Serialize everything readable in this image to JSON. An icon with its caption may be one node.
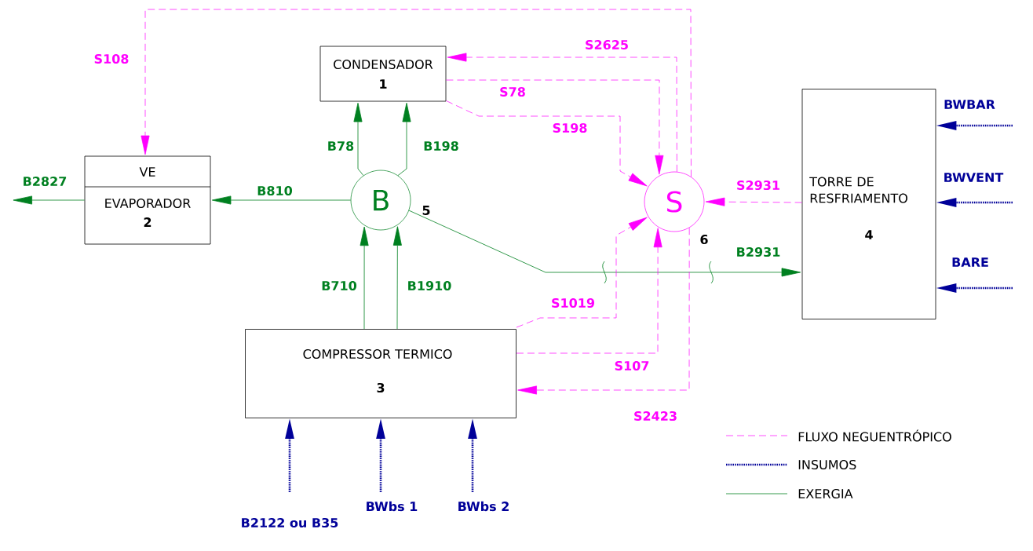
{
  "diagram": {
    "nodes": [
      {
        "text": [
          "CONDENSADOR",
          "1"
        ]
      },
      {
        "text": [
          "VE",
          "EVAPORADOR",
          "2"
        ]
      },
      {
        "text": [
          "B"
        ],
        "beside": [
          "5"
        ]
      },
      {
        "text": [
          "S"
        ],
        "beside": [
          "6"
        ]
      },
      {
        "text": [
          "TORRE DE RESFRIAMENTO",
          "4"
        ]
      },
      {
        "text": [
          "COMPRESSOR TERMICO",
          "3"
        ]
      }
    ],
    "edges": [
      {
        "from": 2,
        "to": 0,
        "arrow": "to",
        "label": "B78",
        "color": "#008020"
      },
      {
        "from": 2,
        "to": 0,
        "arrow": "to",
        "label": "B198",
        "color": "#008020"
      },
      {
        "from": 2,
        "to": 1,
        "arrow": "to",
        "label": "B810",
        "color": "#008020"
      },
      {
        "from": 1,
        "to": null,
        "arrow": "to",
        "label": "B2827",
        "color": "#008020"
      },
      {
        "from": 5,
        "to": 2,
        "arrow": "to",
        "label": "B710",
        "color": "#008020"
      },
      {
        "from": 5,
        "to": 2,
        "arrow": "to",
        "label": "B1910",
        "color": "#008020"
      },
      {
        "from": 2,
        "to": 4,
        "arrow": "to",
        "label": "B2931",
        "color": "#008020"
      },
      {
        "from": 3,
        "to": 1,
        "arrow": "to",
        "label": "S108",
        "style": "dashed"
      },
      {
        "from": 3,
        "to": 0,
        "arrow": "to",
        "label": "S2625",
        "style": "dashed"
      },
      {
        "from": 0,
        "to": 3,
        "arrow": "to",
        "label": "S78",
        "style": "dashed"
      },
      {
        "from": 0,
        "to": 3,
        "arrow": "to",
        "label": "S198",
        "style": "dashed"
      },
      {
        "from": 4,
        "to": 3,
        "arrow": "to",
        "label": "S2931",
        "style": "dashed"
      },
      {
        "from": 5,
        "to": 3,
        "arrow": "to",
        "label": "S1019",
        "style": "dashed"
      },
      {
        "from": 5,
        "to": 3,
        "arrow": "to",
        "label": "S107",
        "style": "dashed"
      },
      {
        "from": 3,
        "to": 5,
        "arrow": "to",
        "label": "S2423",
        "style": "dashed"
      },
      {
        "from": null,
        "to": 4,
        "arrow": "to",
        "label": "BWBAR",
        "style": "dashed",
        "color": "#000099"
      },
      {
        "from": null,
        "to": 4,
        "arrow": "to",
        "label": "BWVENT",
        "style": "dashed",
        "color": "#000099"
      },
      {
        "from": null,
        "to": 4,
        "arrow": "to",
        "label": "BARE",
        "style": "dashed",
        "color": "#000099"
      },
      {
        "from": null,
        "to": 5,
        "arrow": "to",
        "label": "B2122 ou B35",
        "style": "dashed",
        "color": "#000099"
      },
      {
        "from": null,
        "to": 5,
        "arrow": "to",
        "label": "BWbs 1",
        "style": "dashed",
        "color": "#000099"
      },
      {
        "from": null,
        "to": 5,
        "arrow": "to",
        "label": "BWbs 2",
        "style": "dashed",
        "color": "#000099"
      }
    ],
    "legend": [
      {
        "text": "FLUXO NEGUENTRÓPICO"
      },
      {
        "text": "INSUMOS"
      },
      {
        "text": "EXERGIA"
      }
    ]
  }
}
